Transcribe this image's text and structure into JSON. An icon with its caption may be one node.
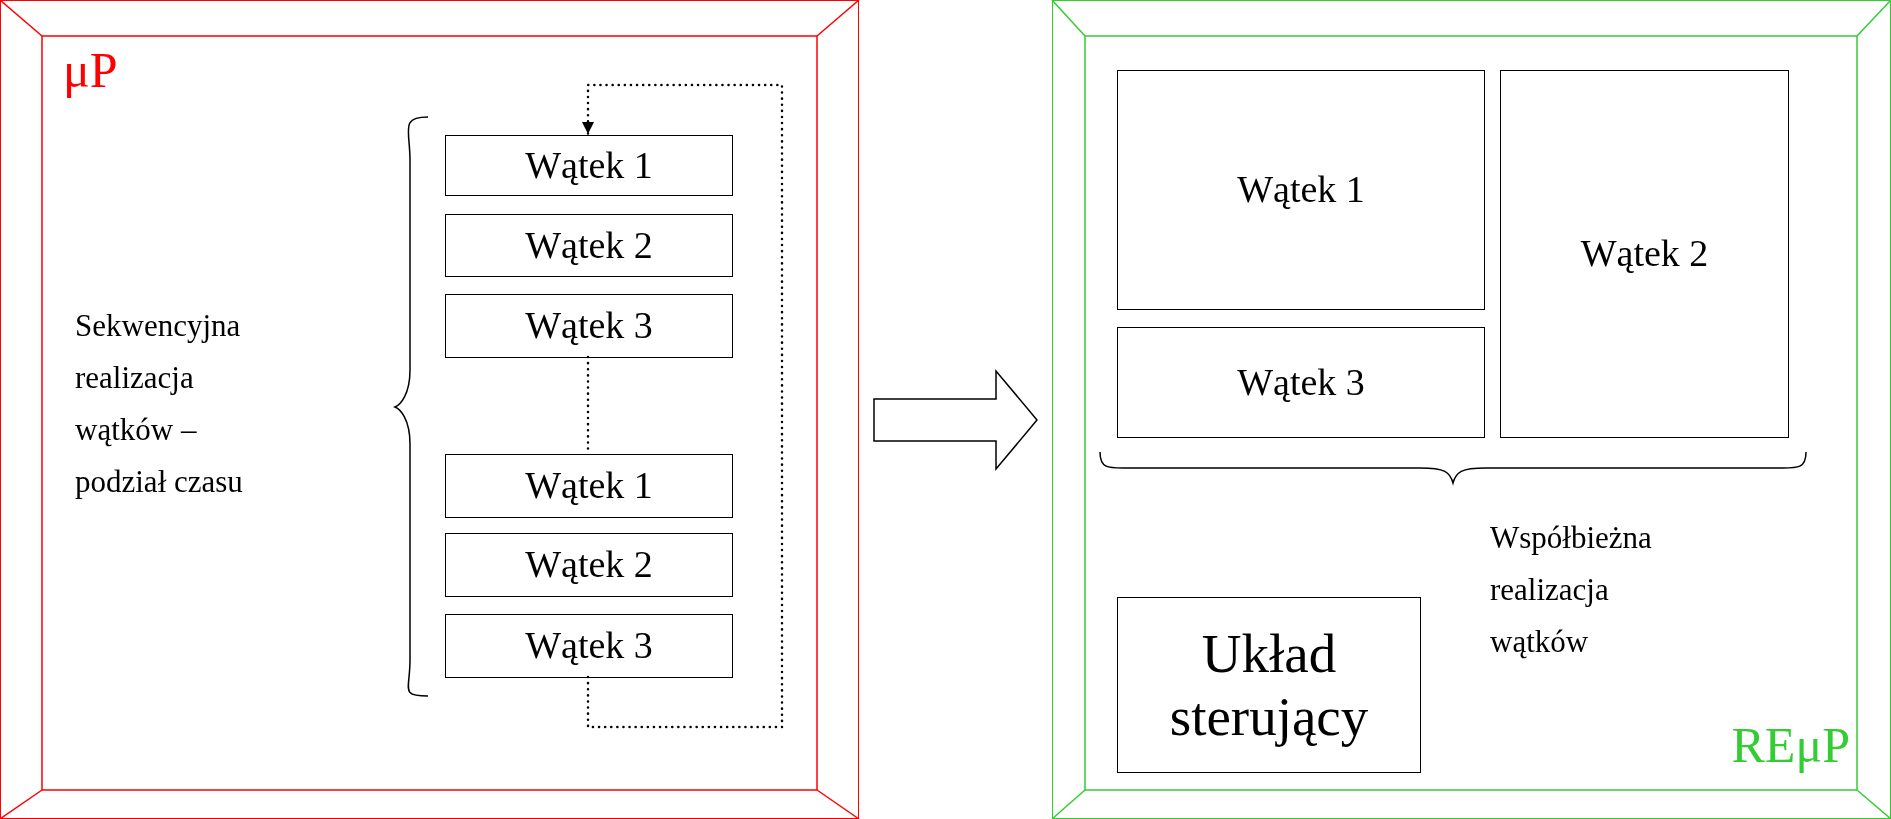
{
  "diagram": {
    "nodes": [
      {
        "text": [
          "μP"
        ]
      },
      {
        "text": [
          "Wątek 1"
        ],
        "in": 0
      },
      {
        "text": [
          "Wątek 2"
        ],
        "in": 0
      },
      {
        "text": [
          "Wątek 3"
        ],
        "in": 0
      },
      {
        "text": [
          "Wątek 1"
        ],
        "in": 0
      },
      {
        "text": [
          "Wątek 2"
        ],
        "in": 0
      },
      {
        "text": [
          "Wątek 3"
        ],
        "in": 0
      },
      {
        "text": [
          "REμP"
        ]
      },
      {
        "text": [
          "Wątek 1"
        ],
        "in": 7
      },
      {
        "text": [
          "Wątek 2"
        ],
        "in": 7
      },
      {
        "text": [
          "Wątek 3"
        ],
        "in": 7
      },
      {
        "text": [
          "Układ sterujący"
        ],
        "in": 7
      }
    ],
    "edges": [
      {
        "from": 3,
        "to": 4,
        "arrow": "none",
        "style": "dashed"
      },
      {
        "from": 6,
        "to": 1,
        "arrow": "to",
        "style": "dashed"
      },
      {
        "from": 0,
        "to": 7,
        "arrow": "to"
      }
    ],
    "labels": [
      "Sekwencyjna realizacja wątków – podział czasu",
      "Współbieżna realizacja wątków"
    ]
  }
}
